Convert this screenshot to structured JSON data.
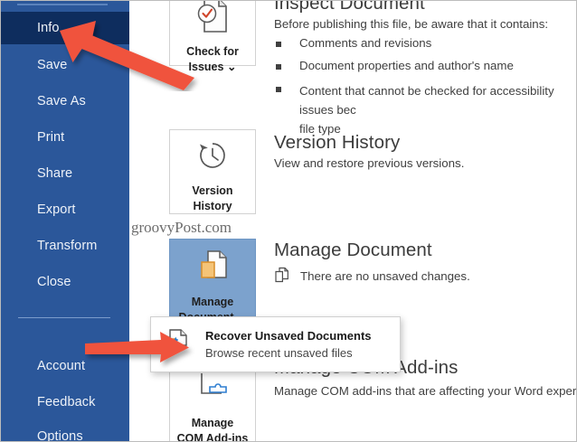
{
  "theme": {
    "sidebar_bg": "#2b579a",
    "sidebar_active_bg": "#0e2d5e",
    "tile_highlight_bg": "#7ca2cd",
    "arrow_color": "#f0533c",
    "accent_orange": "#ed9b33",
    "accent_blue": "#2f7fd1",
    "accent_red": "#d0452b"
  },
  "sidebar": {
    "items": [
      {
        "label": "Info",
        "active": true,
        "name": "sidebar-item-info"
      },
      {
        "label": "Save",
        "active": false,
        "name": "sidebar-item-save"
      },
      {
        "label": "Save As",
        "active": false,
        "name": "sidebar-item-save-as"
      },
      {
        "label": "Print",
        "active": false,
        "name": "sidebar-item-print"
      },
      {
        "label": "Share",
        "active": false,
        "name": "sidebar-item-share"
      },
      {
        "label": "Export",
        "active": false,
        "name": "sidebar-item-export"
      },
      {
        "label": "Transform",
        "active": false,
        "name": "sidebar-item-transform"
      },
      {
        "label": "Close",
        "active": false,
        "name": "sidebar-item-close"
      },
      {
        "label": "Account",
        "active": false,
        "name": "sidebar-item-account"
      },
      {
        "label": "Feedback",
        "active": false,
        "name": "sidebar-item-feedback"
      },
      {
        "label": "Options",
        "active": false,
        "name": "sidebar-item-options"
      }
    ]
  },
  "sections": {
    "inspect": {
      "heading": "Inspect Document",
      "intro": "Before publishing this file, be aware that it contains:",
      "bullets": [
        "Comments and revisions",
        "Document properties and author's name",
        "Content that cannot be checked for accessibility issues bec\nfile type"
      ],
      "bullet3_line1": "Content that cannot be checked for accessibility issues bec",
      "bullet3_line2": "file type",
      "tile_label_line1": "Check for",
      "tile_label_line2": "Issues",
      "tile_caret": "⌄"
    },
    "version_history": {
      "heading": "Version History",
      "subtext": "View and restore previous versions.",
      "tile_label_line1": "Version",
      "tile_label_line2": "History"
    },
    "manage_document": {
      "heading": "Manage Document",
      "status": "There are no unsaved changes.",
      "tile_label_line1": "Manage",
      "tile_label_line2": "Document",
      "tile_caret": "⌄"
    },
    "com_addins": {
      "heading": "Manage COM Add-ins",
      "heading_visible_fragment": "d COM Add-ins",
      "subtext": "Manage COM add-ins that are affecting your Word experience.",
      "tile_label_line1": "Manage",
      "tile_label_line2": "COM Add-ins"
    }
  },
  "dropdown": {
    "title": "Recover Unsaved Documents",
    "subtitle": "Browse recent unsaved files"
  },
  "watermark": {
    "text": "groovyPost.com"
  },
  "annotations": {
    "arrow_to_info": "arrow-pointing-to-info",
    "arrow_to_recover": "arrow-pointing-to-recover-unsaved-documents"
  }
}
